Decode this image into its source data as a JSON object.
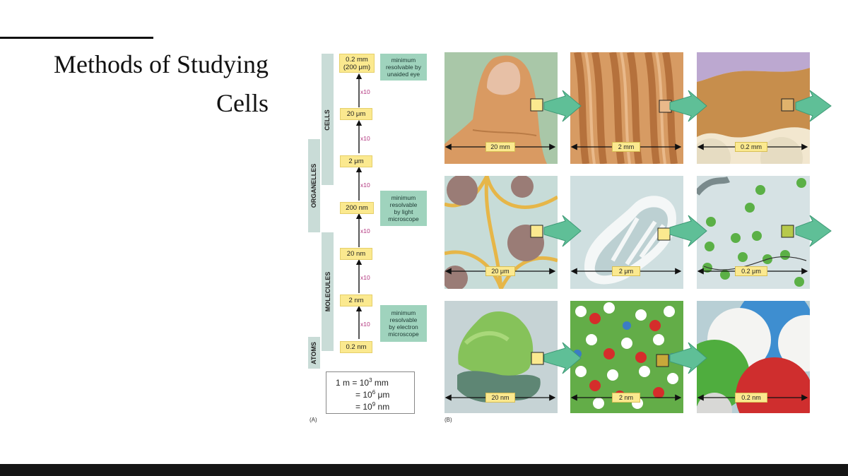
{
  "slide": {
    "title_line1": "Methods of Studying",
    "title_line2": "Cells"
  },
  "panel_a": {
    "label": "(A)",
    "bands": {
      "cells": "CELLS",
      "organelles": "ORGANELLES",
      "molecules": "MOLECULES",
      "atoms": "ATOMS"
    },
    "scale": {
      "s1_line1": "0.2 mm",
      "s1_line2": "(200 μm)",
      "s2": "20 μm",
      "s3": "2 μm",
      "s4": "200 nm",
      "s5": "20 nm",
      "s6": "2 nm",
      "s7": "0.2 nm"
    },
    "factor": "x10",
    "resolution": {
      "eye": [
        "minimum",
        "resolvable by",
        "unaided eye"
      ],
      "light": [
        "minimum",
        "resolvable",
        "by light",
        "microscope"
      ],
      "electron": [
        "minimum",
        "resolvable",
        "by electron",
        "microscope"
      ]
    },
    "units": {
      "prefix": "1 m  =",
      "eq": "=",
      "base": "10",
      "exp_mm": "3",
      "unit_mm": "mm",
      "exp_um": "6",
      "unit_um": "μm",
      "exp_nm": "9",
      "unit_nm": "nm"
    }
  },
  "panel_b": {
    "label": "(B)",
    "row1": [
      "20 mm",
      "2 mm",
      "0.2 mm"
    ],
    "row2": [
      "20 μm",
      "2 μm",
      "0.2 μm"
    ],
    "row3": [
      "20 nm",
      "2 nm",
      "0.2 nm"
    ]
  },
  "colors": {
    "accent_green": "#5fbf97",
    "scale_yellow": "#fbe98f",
    "band_grey": "#c9dcd7",
    "factor_magenta": "#b2357e"
  }
}
